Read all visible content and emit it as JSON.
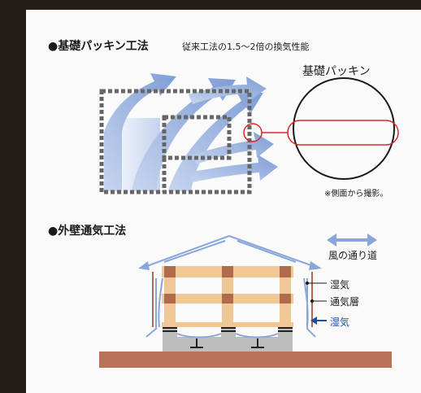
{
  "section1": {
    "title": "●基礎パッキン工法",
    "subtitle": "従来工法の1.5〜2倍の換気性能",
    "zoom_label": "基礎パッキン",
    "note": "※側面から撮影。"
  },
  "section2": {
    "title": "●外壁通気工法",
    "legend": {
      "wind_path": "風の通り道",
      "humidity": "湿気",
      "vent_layer": "通気層",
      "humidity_in": "湿気"
    }
  },
  "colors": {
    "background": "#241c17",
    "panel": "#fafafa",
    "airflow_arrow": "#8aa6d8",
    "frame_wood": "#f0c896",
    "post_joint": "#b06a4e",
    "ground": "#b97257",
    "foundation": "#bdbdbd",
    "highlight_red": "#d62a2a",
    "humidity_blue": "#1d4fa0"
  }
}
